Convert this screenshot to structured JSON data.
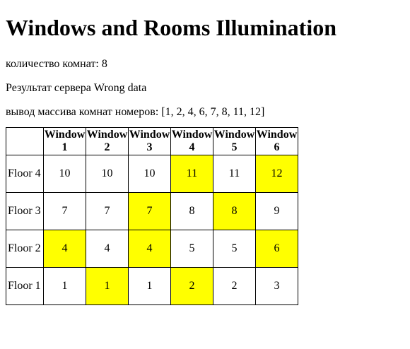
{
  "title": "Windows and Rooms Illumination",
  "info": {
    "rooms_count": "количество комнат: 8",
    "server_result": "Результат сервера Wrong data",
    "rooms_output": "вывод массива комнат номеров: [1, 2, 4, 6, 7, 8, 11, 12]"
  },
  "colors": {
    "highlight": "#ffff00",
    "cell_background": "#ffffff"
  },
  "table": {
    "corner": "",
    "headers": [
      {
        "word": "Window",
        "num": "1"
      },
      {
        "word": "Window",
        "num": "2"
      },
      {
        "word": "Window",
        "num": "3"
      },
      {
        "word": "Window",
        "num": "4"
      },
      {
        "word": "Window",
        "num": "5"
      },
      {
        "word": "Window",
        "num": "6"
      }
    ],
    "rows": [
      {
        "label": "Floor 4",
        "cells": [
          {
            "value": "10",
            "lit": false
          },
          {
            "value": "10",
            "lit": false
          },
          {
            "value": "10",
            "lit": false
          },
          {
            "value": "11",
            "lit": true
          },
          {
            "value": "11",
            "lit": false
          },
          {
            "value": "12",
            "lit": true
          }
        ]
      },
      {
        "label": "Floor 3",
        "cells": [
          {
            "value": "7",
            "lit": false
          },
          {
            "value": "7",
            "lit": false
          },
          {
            "value": "7",
            "lit": true
          },
          {
            "value": "8",
            "lit": false
          },
          {
            "value": "8",
            "lit": true
          },
          {
            "value": "9",
            "lit": false
          }
        ]
      },
      {
        "label": "Floor 2",
        "cells": [
          {
            "value": "4",
            "lit": true
          },
          {
            "value": "4",
            "lit": false
          },
          {
            "value": "4",
            "lit": true
          },
          {
            "value": "5",
            "lit": false
          },
          {
            "value": "5",
            "lit": false
          },
          {
            "value": "6",
            "lit": true
          }
        ]
      },
      {
        "label": "Floor 1",
        "cells": [
          {
            "value": "1",
            "lit": false
          },
          {
            "value": "1",
            "lit": true
          },
          {
            "value": "1",
            "lit": false
          },
          {
            "value": "2",
            "lit": true
          },
          {
            "value": "2",
            "lit": false
          },
          {
            "value": "3",
            "lit": false
          }
        ]
      }
    ]
  }
}
